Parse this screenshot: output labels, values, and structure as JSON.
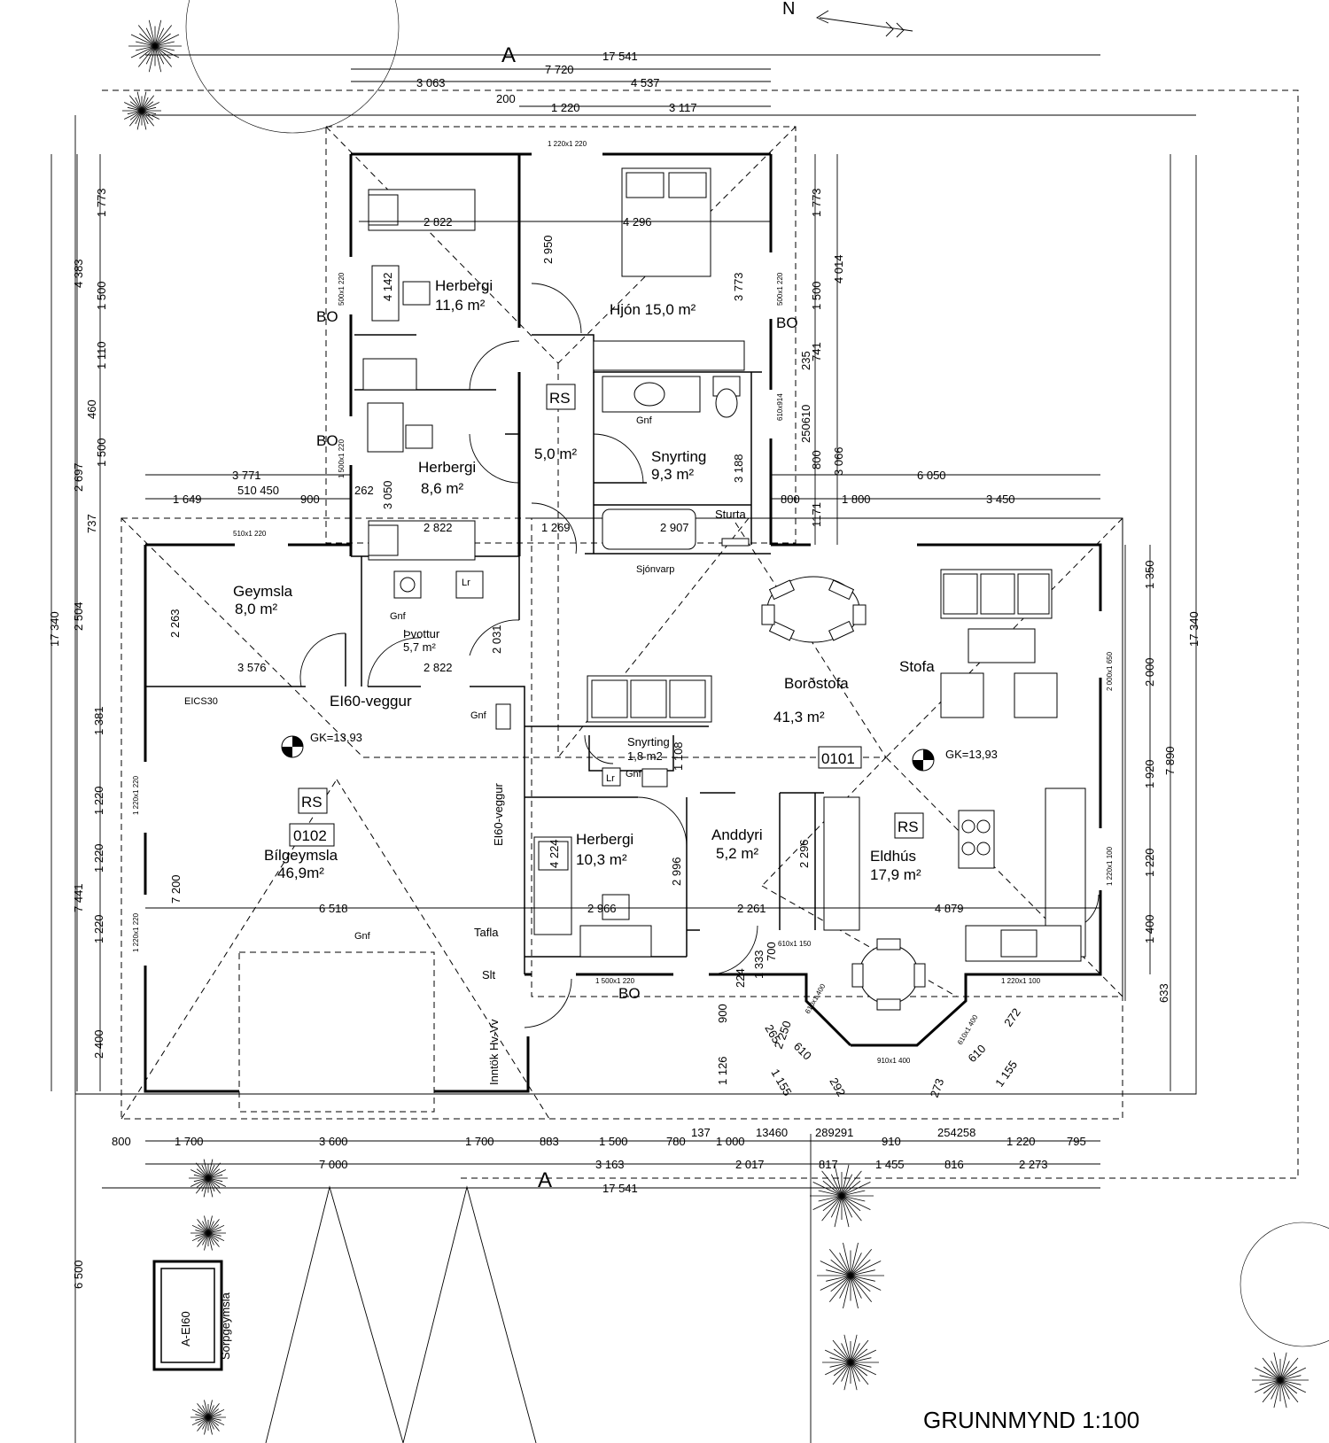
{
  "plan": {
    "title": "GRUNNMYND 1:100",
    "north": "N",
    "section_marks": [
      "A",
      "A"
    ],
    "top_dims": {
      "overall": "17 541",
      "upper": "7 720",
      "upper_left": "3 063",
      "upper_right": "4 537",
      "wall_200": "200",
      "upper_sub_1": "1 220",
      "upper_sub_2": "3 117",
      "window_top": "1 220x1 220"
    },
    "left_dims": {
      "total": "17 340",
      "a": "4 383",
      "b": "2 697",
      "c": "2 504",
      "d": "7 441",
      "e": "6 500",
      "f_1773": "1 773",
      "f_1500a": "1 500",
      "f_1110": "1 110",
      "f_460": "460",
      "f_1500b": "1 500",
      "f_737": "737",
      "f_1381": "1 381",
      "f_1220a": "1 220",
      "f_1220b": "1 220",
      "f_1220c": "1 220",
      "f_2400": "2 400"
    },
    "right_dims": {
      "total": "17 340",
      "a_1773": "1 773",
      "a_4014": "4 014",
      "a_3773": "3 773",
      "a_1500": "1 500",
      "a_741": "741",
      "a_235": "235",
      "a_610": "250610",
      "a_3066": "3 066",
      "a_800": "800",
      "a_3188": "3 188",
      "a_1171": "1171",
      "b_7890": "7 890",
      "b_1350": "1 350",
      "b_2000": "2 000",
      "b_1920": "1 920",
      "b_1220": "1 220",
      "b_1400": "1 400",
      "b_633": "633"
    },
    "mid_dims": {
      "d_6050": "6 050",
      "d_800": "800",
      "d_1800": "1 800",
      "d_3450": "3 450",
      "d_3771": "3 771",
      "d_1649": "1 649",
      "d_510450": "510 450",
      "d_900": "900",
      "d_262": "262",
      "d_2822a": "2 822",
      "d_4296": "4 296",
      "d_2950": "2 950",
      "d_4142": "4 142",
      "d_3050": "3 050",
      "d_2822b": "2 822",
      "d_1269": "1 269",
      "d_2907": "2 907",
      "d_2263": "2 263",
      "d_3576": "3 576",
      "d_2822c": "2 822",
      "d_2031": "2 031",
      "d_7200": "7 200",
      "d_6518": "6 518",
      "d_4224": "4 224",
      "d_2966": "2 966",
      "d_2996": "2 996",
      "d_2261": "2 261",
      "d_2296": "2 296",
      "d_4879": "4 879",
      "d_1108": "1 108",
      "d_1333": "1 333",
      "d_700": "700",
      "d_224": "224",
      "d_900v": "900",
      "d_1126": "1 126",
      "d_2250": "2 250",
      "d_265": "265",
      "d_610a": "610",
      "d_1155a": "1 155",
      "d_292": "292",
      "d_273": "273",
      "d_610b": "610",
      "d_1155b": "1 155",
      "d_272": "272"
    },
    "bottom_dims": {
      "row1": [
        "800",
        "1 700",
        "3 600",
        "1 700",
        "883",
        "1 500",
        "780",
        "137",
        "1 000",
        "13460",
        "289291",
        "910",
        "254258",
        "1 220",
        "795"
      ],
      "row2": [
        "7 000",
        "3 163",
        "2 017",
        "817",
        "1 455",
        "816",
        "2 273"
      ],
      "overall": "17 541"
    },
    "rooms": {
      "herbergi1_name": "Herbergi",
      "herbergi1_area": "11,6 m²",
      "hjon": "Hjón 15,0 m²",
      "herbergi2_name": "Herbergi",
      "herbergi2_area": "8,6 m²",
      "hall": "5,0 m²",
      "snyrting_name": "Snyrting",
      "snyrting_area": "9,3 m²",
      "sturta": "Sturta",
      "sjonvarp": "Sjónvarp",
      "geymsla_name": "Geymsla",
      "geymsla_area": "8,0 m²",
      "thvottur_name": "Þvottur",
      "thvottur_area": "5,7 m²",
      "bordstofa": "Borðstofa",
      "stofa": "Stofa",
      "main_area": "41,3 m²",
      "main_id": "0101",
      "snyrting2_name": "Snyrting",
      "snyrting2_area": "1,8 m2",
      "bilgeymsla_name": "Bílgeymsla",
      "bilgeymsla_area": "46,9m²",
      "bilgeymsla_id": "0102",
      "herbergi3_name": "Herbergi",
      "herbergi3_area": "10,3 m²",
      "anddyri_name": "Anddyri",
      "anddyri_area": "5,2 m²",
      "eldhus_name": "Eldhús",
      "eldhus_area": "17,9 m²"
    },
    "labels": {
      "bo1": "BO",
      "bo2": "BO",
      "bo3": "BO",
      "bo4": "BO",
      "rs1": "RS",
      "rs2": "RS",
      "rs3": "RS",
      "gk1": "GK=13,93",
      "gk2": "GK=13,93",
      "ei60_veggur_h": "EI60-veggur",
      "ei60_veggur_v": "EI60-veggur",
      "eics30": "EICS30",
      "gnf1": "Gnf",
      "gnf2": "Gnf",
      "gnf3": "Gnf",
      "gnf4": "Gnf",
      "gnf5": "Gnf",
      "lr1": "Lr",
      "lr2": "Lr",
      "tafla": "Tafla",
      "slt": "Slt",
      "inntok": "Inntök Hv-Vv",
      "a_ei60": "A-EI60",
      "sorpgeymsla": "Sorpgeymsla"
    },
    "windows": {
      "w_top": "1 220x1 220",
      "w_left1": "500x1 220",
      "w_left2": "1 500x1 220",
      "w_right1": "500x1 220",
      "w_right2": "610x914",
      "w_geymsla": "510x1 220",
      "w_garage1": "1 220x1 220",
      "w_garage2": "1 220x1 220",
      "w_stofa": "2 000x1 650",
      "w_eldhus": "1 220x1 100",
      "w_herb3": "1 500x1 220",
      "w_eldhus_b": "1 220x1 100",
      "w_bay1": "610x1 400",
      "w_bay2": "910x1 400",
      "w_bay3": "610x1 400",
      "w_and": "610x1 150"
    }
  }
}
